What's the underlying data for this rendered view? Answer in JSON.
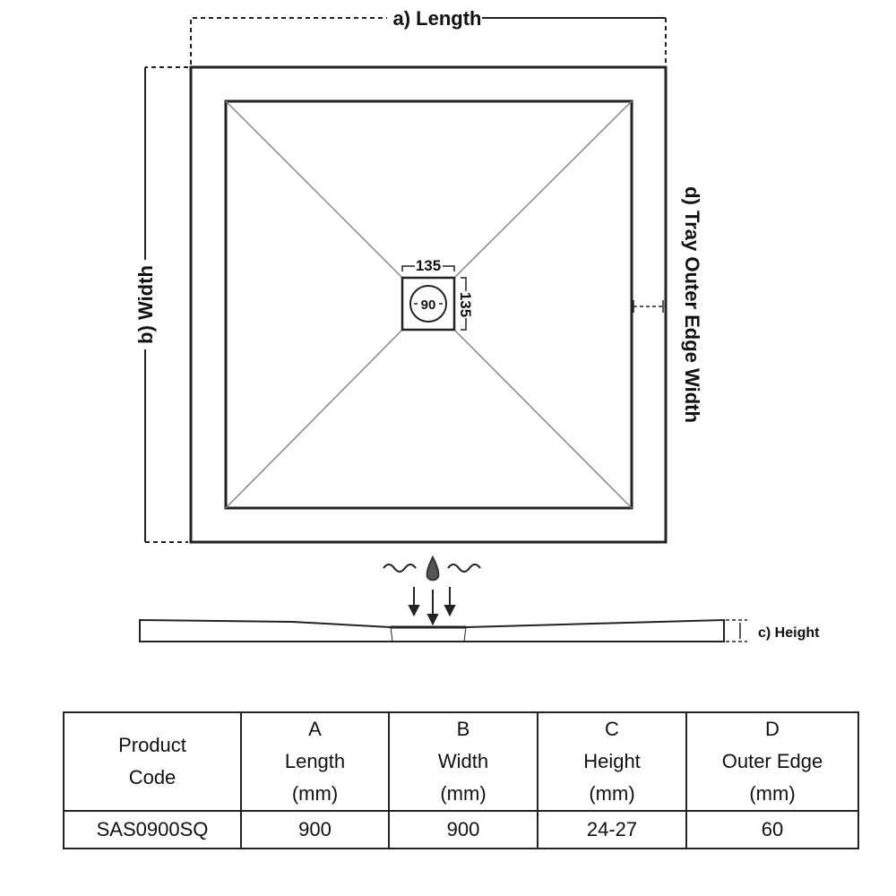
{
  "diagram": {
    "length_label": "a) Length",
    "width_label": "b) Width",
    "height_label": "c) Height",
    "outer_edge_label": "d) Tray Outer Edge Width",
    "drain_width": "135",
    "drain_height": "135",
    "waste_diameter": "90"
  },
  "table": {
    "headers": [
      {
        "letter": "",
        "lines": [
          "Product",
          "Code"
        ]
      },
      {
        "letter": "A",
        "lines": [
          "Length",
          "(mm)"
        ]
      },
      {
        "letter": "B",
        "lines": [
          "Width",
          "(mm)"
        ]
      },
      {
        "letter": "C",
        "lines": [
          "Height",
          "(mm)"
        ]
      },
      {
        "letter": "D",
        "lines": [
          "Outer Edge",
          "(mm)"
        ]
      }
    ],
    "rows": [
      [
        "SAS0900SQ",
        "900",
        "900",
        "24-27",
        "60"
      ]
    ]
  }
}
